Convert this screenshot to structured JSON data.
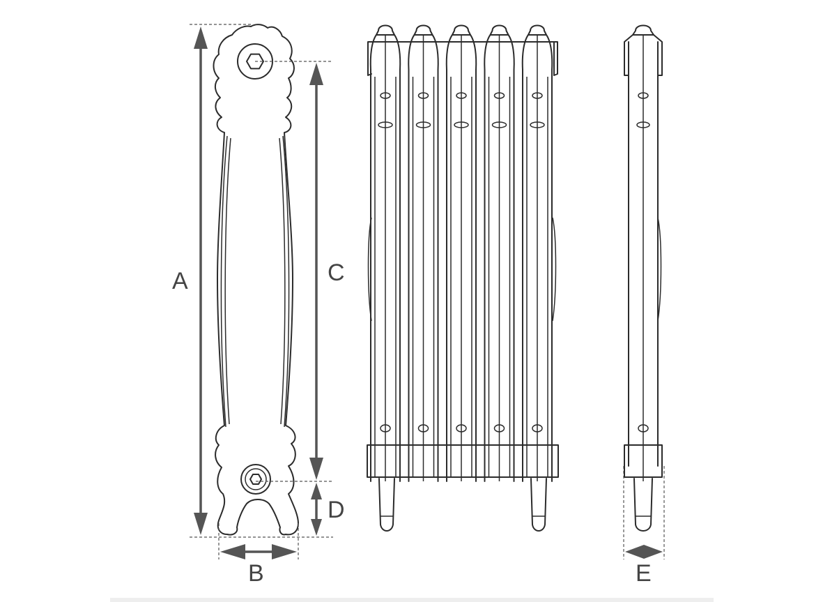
{
  "diagram": {
    "views": [
      "side-profile",
      "front-view",
      "end-view"
    ],
    "sections_in_front_view": 5,
    "line_color": "#2b2b2b",
    "dimension_color": "#555555"
  },
  "dimensions": {
    "A": "A",
    "B": "B",
    "C": "C",
    "D": "D",
    "E": "E"
  }
}
